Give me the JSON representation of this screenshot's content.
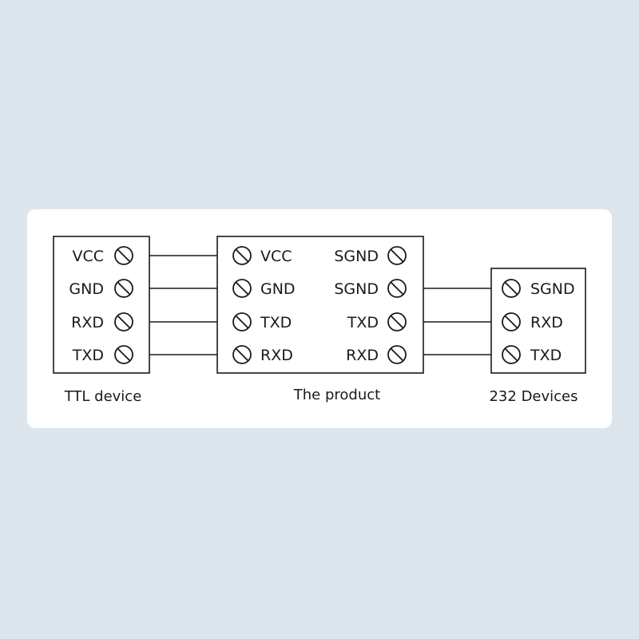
{
  "devices": {
    "ttl": {
      "caption": "TTL device",
      "pins": [
        "VCC",
        "GND",
        "RXD",
        "TXD"
      ]
    },
    "product": {
      "caption": "The product",
      "left_pins": [
        "VCC",
        "GND",
        "TXD",
        "RXD"
      ],
      "right_pins": [
        "SGND",
        "SGND",
        "TXD",
        "RXD"
      ]
    },
    "rs232": {
      "caption": "232 Devices",
      "pins": [
        "SGND",
        "RXD",
        "TXD"
      ]
    }
  },
  "connections": [
    {
      "from": "TTL device VCC",
      "to": "The product VCC"
    },
    {
      "from": "TTL device GND",
      "to": "The product GND"
    },
    {
      "from": "TTL device RXD",
      "to": "The product TXD"
    },
    {
      "from": "TTL device TXD",
      "to": "The product RXD"
    },
    {
      "from": "The product SGND",
      "to": "232 Devices SGND"
    },
    {
      "from": "The product TXD",
      "to": "232 Devices RXD"
    },
    {
      "from": "The product RXD",
      "to": "232 Devices TXD"
    }
  ],
  "colors": {
    "background": "#dce6ec",
    "panel": "#ffffff",
    "stroke": "#1a1a1a"
  }
}
